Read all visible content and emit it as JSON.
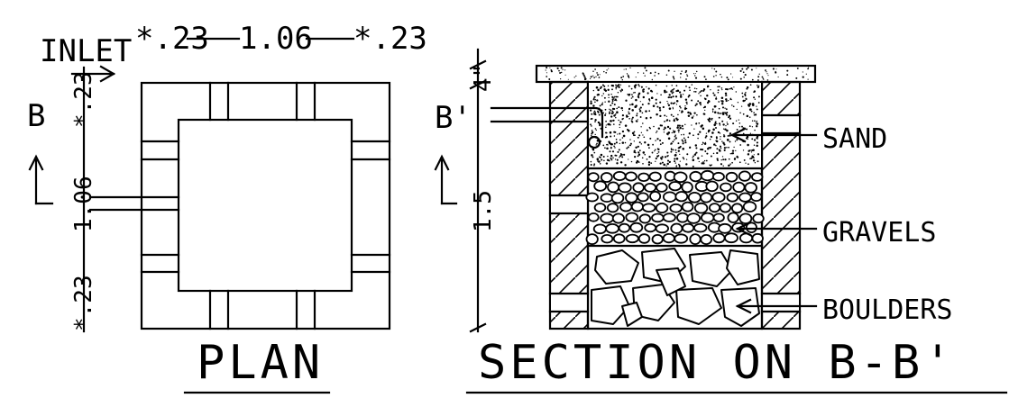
{
  "plan": {
    "inlet_label": "INLET",
    "section_mark_left": "B",
    "title": "PLAN",
    "dim_top_left": "*.23",
    "dim_top_mid": "1.06",
    "dim_top_right": "*.23",
    "dim_left_top": "*.23",
    "dim_left_mid": "1.06",
    "dim_left_bottom": "*.23"
  },
  "section": {
    "section_mark": "B'",
    "dim_height": "1.5",
    "dim_top": "4\"",
    "title": "SECTION ON B-B'",
    "layers": [
      {
        "key": "sand",
        "label": "SAND"
      },
      {
        "key": "gravels",
        "label": "GRAVELS"
      },
      {
        "key": "boulders",
        "label": "BOULDERS"
      }
    ]
  }
}
